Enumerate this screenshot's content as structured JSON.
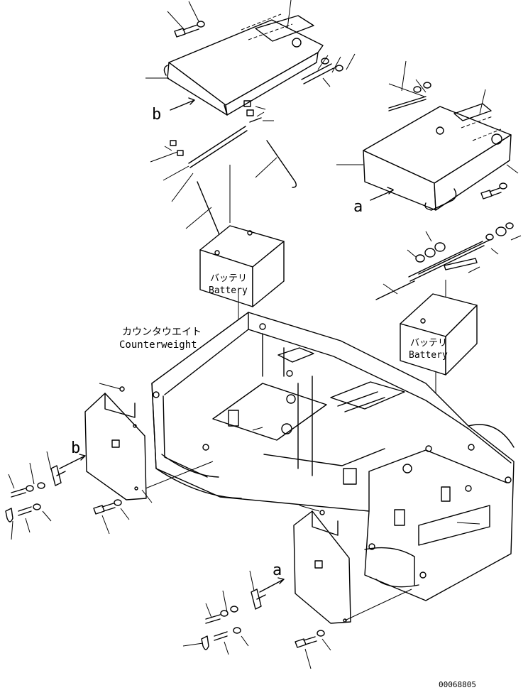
{
  "labels": {
    "battery_jp": "バッテリ",
    "battery_en": "Battery",
    "counterweight_jp": "カウンタウエイト",
    "counterweight_en": "Counterweight",
    "a": "a",
    "b": "b"
  },
  "drawing_number": "00068805"
}
